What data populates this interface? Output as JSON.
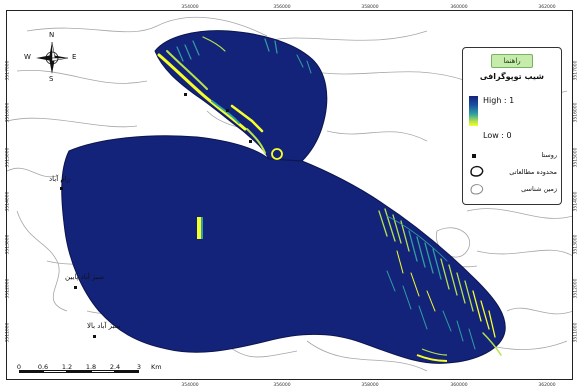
{
  "map": {
    "ticks_top": [
      "354000",
      "356000",
      "358000",
      "360000",
      "362000"
    ],
    "ticks_bottom": [
      "354000",
      "356000",
      "358000",
      "360000",
      "362000"
    ],
    "ticks_left": [
      "3517000",
      "3516000",
      "3515000",
      "3514000",
      "3513000",
      "3512000",
      "3511000"
    ],
    "ticks_right": [
      "3517000",
      "3516000",
      "3515000",
      "3514000",
      "3513000",
      "3512000",
      "3511000"
    ],
    "villages": [
      {
        "name": "رام آباد"
      },
      {
        "name": "سبز آباد پایین"
      },
      {
        "name": "سبز آباد بالا"
      }
    ],
    "colors": {
      "high": "#14237a",
      "low": "#f7ff2a",
      "mid": "#2fa0a0",
      "contour": "#9a9a9a"
    }
  },
  "legend": {
    "title": "راهنما",
    "heading": "شیب توپوگرافی",
    "high_label": "High : 1",
    "low_label": "Low : 0",
    "items": [
      {
        "label": "روستا",
        "icon": "village-square-icon"
      },
      {
        "label": "محدوده مطالعاتی",
        "icon": "study-area-outline-icon"
      },
      {
        "label": "زمین شناسی",
        "icon": "geology-polygon-icon"
      }
    ]
  },
  "north_arrow": {
    "n": "N",
    "s": "S",
    "e": "E",
    "w": "W"
  },
  "scale": {
    "labels": [
      "0",
      "0.6",
      "1.2",
      "1.8",
      "2.4",
      "3"
    ],
    "unit": "Km"
  }
}
